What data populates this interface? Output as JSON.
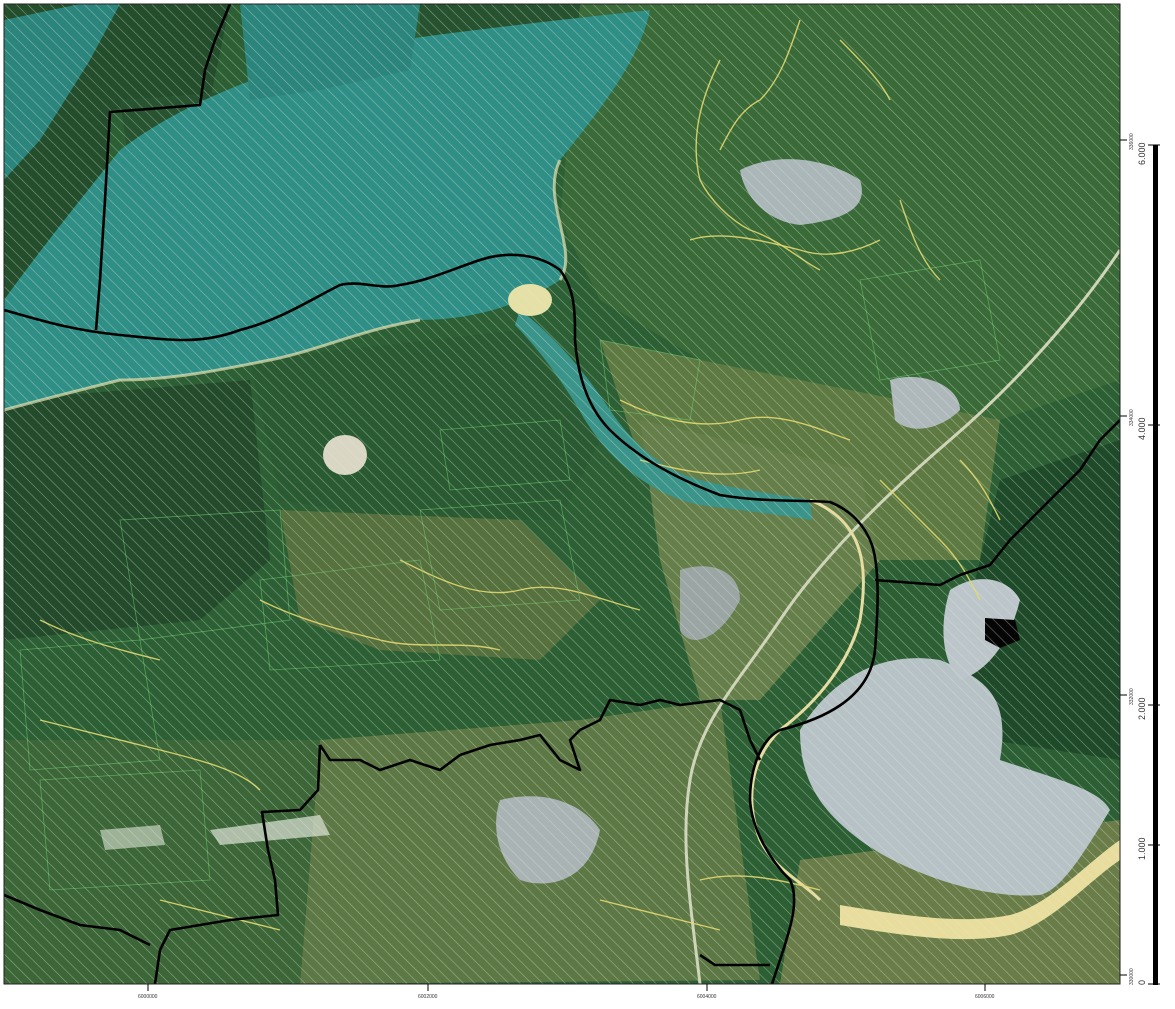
{
  "map": {
    "type": "orthophoto-with-hatched-overlay",
    "colors": {
      "water": "#2f8f86",
      "forest_dark": "#1e4a2a",
      "forest": "#2f6a33",
      "fields": "#6b7f44",
      "urban": "#b7c2c6",
      "river_bed": "#e8dd9c",
      "boundary": "#000000",
      "roads": "#e3d86a",
      "hatch": "#dfe9dc"
    },
    "right_scale": {
      "labels": [
        "0",
        "1.000",
        "2.000",
        "4.000",
        "6.000"
      ],
      "tiny_labels": [
        "330000",
        "332000",
        "334000",
        "336000"
      ]
    },
    "bottom_scale": {
      "tiny_labels": [
        "6000000",
        "6002000",
        "6004000",
        "6006000"
      ]
    }
  }
}
